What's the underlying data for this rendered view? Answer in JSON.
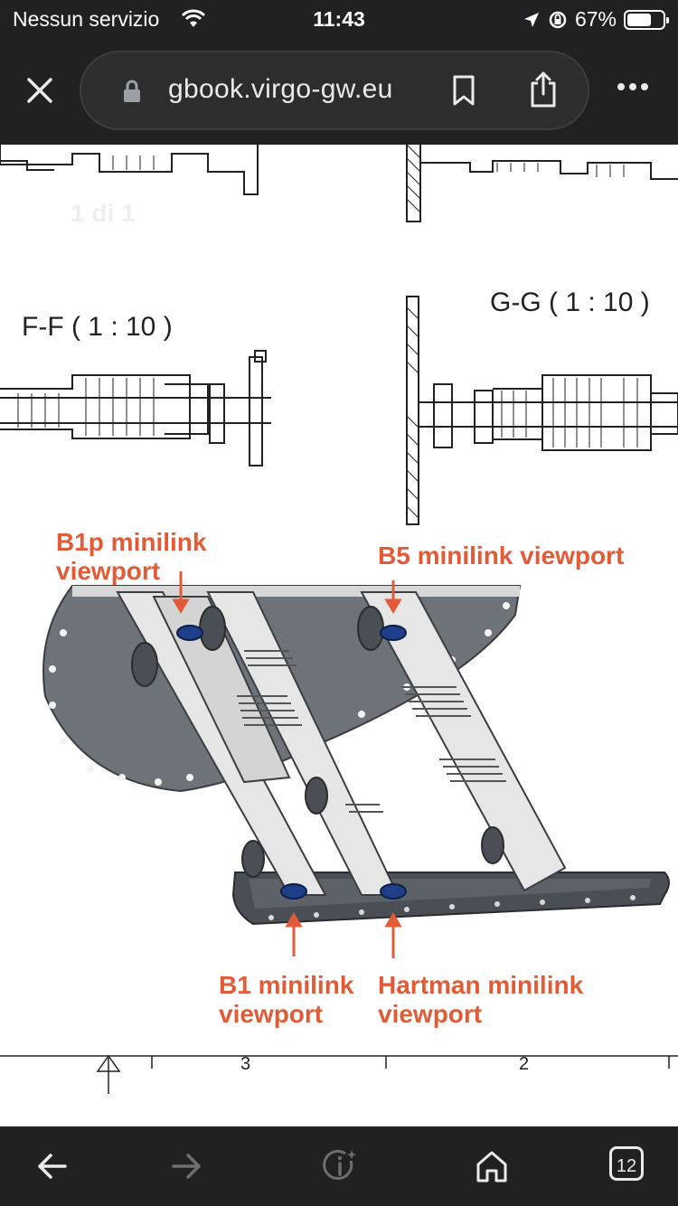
{
  "status_bar": {
    "carrier": "Nessun servizio",
    "time": "11:43",
    "battery_percent": "67%",
    "battery_level": 0.67
  },
  "browser": {
    "url": "gbook.virgo-gw.eu",
    "tabs_count": "12"
  },
  "drawing": {
    "page_count": "1 di 1",
    "section_ff": "F-F ( 1 : 10 )",
    "section_gg": "G-G ( 1 : 10 )",
    "ruler_numbers": [
      "3",
      "2"
    ]
  },
  "labels": {
    "b1p_line1": "B1p minilink",
    "b1p_line2": "viewport",
    "b5": "B5 minilink viewport",
    "b1_line1": "B1 minilink",
    "b1_line2": "viewport",
    "hartman_line1": "Hartman minilink",
    "hartman_line2": "viewport"
  },
  "colors": {
    "chrome_bg": "#202124",
    "label_red": "#e25a36",
    "plate_grey": "#6e737a",
    "tube_white": "#e6e6e6",
    "viewport_blue": "#1f3f8a"
  }
}
